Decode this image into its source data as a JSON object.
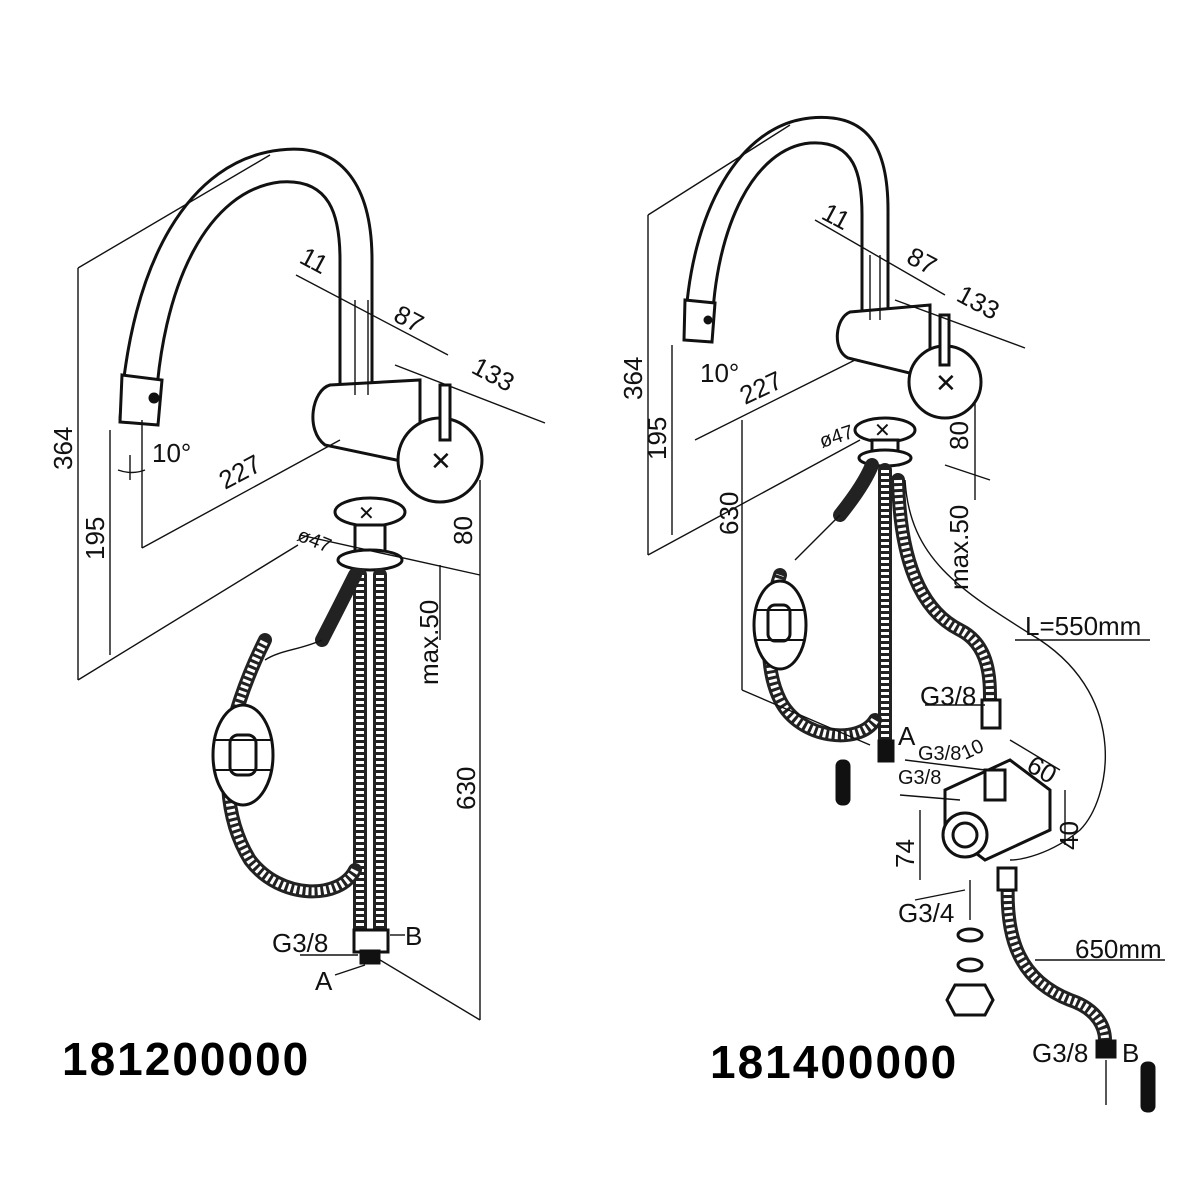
{
  "left_drawing": {
    "model_number": "181200000",
    "dimensions": {
      "d_11": "11",
      "d_87": "87",
      "d_133": "133",
      "d_364": "364",
      "d_195": "195",
      "d_227": "227",
      "d_10deg": "10°",
      "d_80": "80",
      "d_diameter": "ø47",
      "d_max50": "max.50",
      "d_630": "630"
    },
    "connections": {
      "thread": "G3/8",
      "label_a": "A",
      "label_b": "B"
    }
  },
  "right_drawing": {
    "model_number": "181400000",
    "dimensions": {
      "d_11": "11",
      "d_87": "87",
      "d_133": "133",
      "d_364": "364",
      "d_195": "195",
      "d_227": "227",
      "d_10deg": "10°",
      "d_80": "80",
      "d_diameter": "ø47",
      "d_max50": "max.50",
      "d_630": "630",
      "hose_len_top": "L=550mm",
      "hose_len_bottom": "650mm",
      "d_10": "10",
      "d_60": "60",
      "d_40": "40",
      "d_74": "74"
    },
    "connections": {
      "thread_top": "G3/8",
      "thread_valve_a": "G3/8",
      "thread_valve_b": "G3/8",
      "thread_valve_out": "G3/4",
      "thread_bottom": "G3/8",
      "label_a": "A",
      "label_b": "B"
    }
  }
}
